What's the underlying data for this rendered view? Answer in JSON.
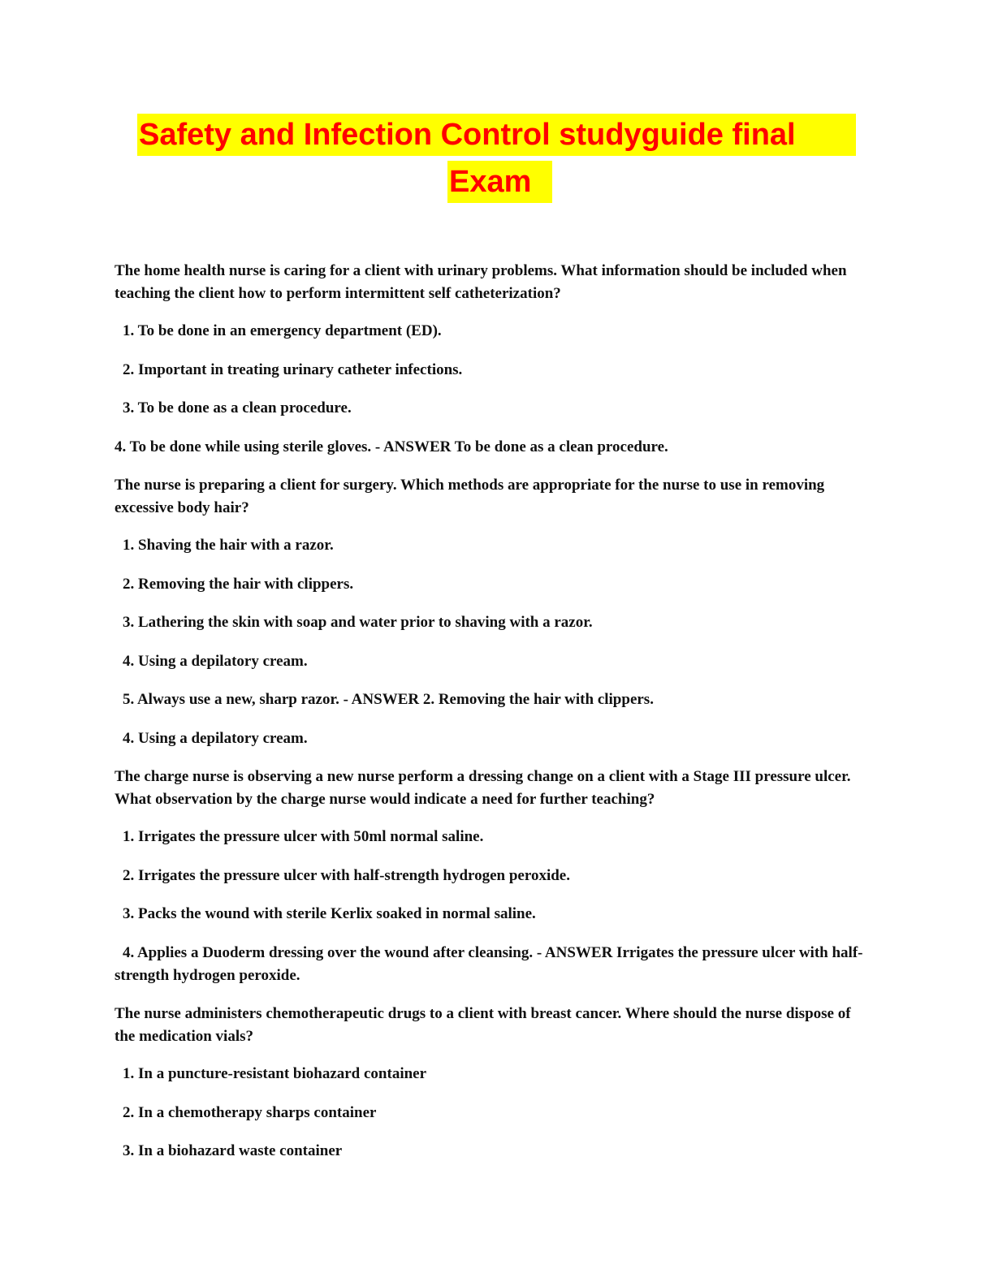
{
  "document": {
    "title_line1": "Safety and Infection Control studyguide final",
    "title_line2": "Exam",
    "colors": {
      "title_text": "#ff0000",
      "title_highlight": "#ffff00",
      "body_text": "#111111"
    }
  },
  "questions": [
    {
      "question": "The home health nurse is caring for a client with urinary problems. What information should be included when teaching the client how to perform intermittent self catheterization?",
      "options": [
        "1. To be done in an emergency department (ED).",
        "2. Important in treating urinary catheter infections.",
        "3. To be done as a clean procedure.",
        "4. To be done while using sterile gloves. - ANSWER To be done as a clean procedure."
      ]
    },
    {
      "question": "The nurse is preparing a client for surgery. Which methods are appropriate for the nurse to use in removing excessive body hair?",
      "options": [
        "1. Shaving the hair with a razor.",
        "2. Removing the hair with clippers.",
        "3. Lathering the skin with soap and water prior to shaving with a razor.",
        "4. Using a depilatory cream.",
        "5. Always use a new, sharp razor. - ANSWER 2. Removing the hair with clippers.",
        "4. Using a depilatory cream."
      ]
    },
    {
      "question": "The charge nurse is observing a new nurse perform a dressing change on a client with a Stage III pressure ulcer. What observation by the charge nurse would indicate a need for further teaching?",
      "options": [
        "1. Irrigates the pressure ulcer with 50ml normal saline.",
        "2. Irrigates the pressure ulcer with half-strength hydrogen peroxide.",
        "3. Packs the wound with sterile Kerlix soaked in normal saline.",
        "4. Applies a Duoderm dressing over the wound after cleansing. - ANSWER Irrigates the pressure ulcer with half-strength hydrogen peroxide."
      ]
    },
    {
      "question": "The nurse administers chemotherapeutic drugs to a client with breast cancer. Where should the nurse dispose of the medication vials?",
      "options": [
        "1. In a puncture-resistant biohazard container",
        "2. In a chemotherapy sharps container",
        "3. In a biohazard waste container"
      ]
    }
  ]
}
